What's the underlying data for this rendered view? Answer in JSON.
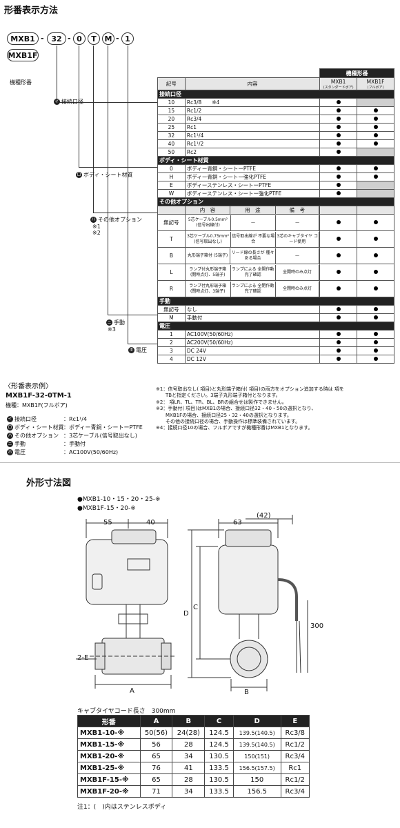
{
  "title": "形番表示方法",
  "part_number": {
    "p1": "MXB1",
    "p1b": "MXB1F",
    "dash": "-",
    "p2": "32",
    "p3": "0",
    "p4": "T",
    "p5": "M",
    "p6": "1",
    "model_label": "機種形番"
  },
  "branches": {
    "b1": "接続口径",
    "b2": "ボディ・シート材質",
    "b3": "その他オプション",
    "b3n1": "※1",
    "b3n2": "※2",
    "b4": "手動",
    "b4n": "※3",
    "b5": "電圧"
  },
  "table": {
    "model_header": "機種形番",
    "col_code": "記号",
    "col_content": "内容",
    "mxb1": "MXB1",
    "mxb1_sub": "(スタンダードボア)",
    "mxb1f": "MXB1F",
    "mxb1f_sub": "(フルボア)",
    "s1_title": "接続口径",
    "s1_rows": [
      {
        "code": "10",
        "content": "Rc3/8　　※4"
      },
      {
        "code": "15",
        "content": "Rc1/2"
      },
      {
        "code": "20",
        "content": "Rc3/4"
      },
      {
        "code": "25",
        "content": "Rc1"
      },
      {
        "code": "32",
        "content": "Rc1¹/4"
      },
      {
        "code": "40",
        "content": "Rc1¹/2"
      },
      {
        "code": "50",
        "content": "Rc2"
      }
    ],
    "s2_title": "ボディ・シート材質",
    "s2_rows": [
      {
        "code": "0",
        "content": "ボディー青銅・シートーPTFE"
      },
      {
        "code": "H",
        "content": "ボディー青銅・シートー強化PTFE"
      },
      {
        "code": "E",
        "content": "ボディーステンレス・シートーPTFE"
      },
      {
        "code": "W",
        "content": "ボディーステンレス・シートー強化PTFE"
      }
    ],
    "s3_title": "その他オプション",
    "s3_head": {
      "content": "内　容",
      "use": "用　途",
      "remark": "備　考"
    },
    "s3_rows": [
      {
        "code": "無記号",
        "content": "5芯ケーブル0.5mm² (信号出線付)",
        "use": "—",
        "remark": "—"
      },
      {
        "code": "T",
        "content": "3芯ケーブル0.75mm² (信号取出なし)",
        "use": "信号取出線が 不要な場合",
        "remark": "3芯のキャブタイヤ コード使用"
      },
      {
        "code": "B",
        "content": "丸形端子箱付 (5端子)",
        "use": "リード線の長さが 種々ある場合",
        "remark": "—"
      },
      {
        "code": "L",
        "content": "ランプ付丸形端子箱 (開時点灯、5端子)",
        "use": "ランプによる 全開作動完了確認",
        "remark": "全開時のみ点灯"
      },
      {
        "code": "R",
        "content": "ランプ付丸形端子箱 (閉時点灯、3端子)",
        "use": "ランプによる 全閉作動完了確認",
        "remark": "全閉時のみ点灯"
      }
    ],
    "s4_title": "手動",
    "s4_rows": [
      {
        "code": "無記号",
        "content": "なし"
      },
      {
        "code": "M",
        "content": "手動付"
      }
    ],
    "s5_title": "電圧",
    "s5_rows": [
      {
        "code": "1",
        "content": "AC100V(50/60Hz)"
      },
      {
        "code": "2",
        "content": "AC200V(50/60Hz)"
      },
      {
        "code": "3",
        "content": "DC 24V"
      },
      {
        "code": "4",
        "content": "DC 12V"
      }
    ]
  },
  "example": {
    "title": "〈形番表示例〉",
    "pn": "MXB1F-32-0TM-1",
    "model": "機種：MXB1F(フルボア)",
    "rows": [
      {
        "k": "接続口径",
        "v": "：Rc1¹/4"
      },
      {
        "k": "ボディ・シート材質",
        "v": "：ボディー青銅・シートーPTFE"
      },
      {
        "k": "その他オプション",
        "v": "：3芯ケーブル(信号取出なし)"
      },
      {
        "k": "手動",
        "v": "：手動付"
      },
      {
        "k": "電圧",
        "v": "：AC100V(50/60Hz)"
      }
    ]
  },
  "notes": [
    "※1：信号取出なし( 項目)と丸形端子箱付( 項目)の両方をオプション追加する時は 項を",
    "　　TBと指定ください。3端子丸形端子箱付となります。",
    "※2： 項LR、TL、TR、BL、BRの組合せは製作できません。",
    "※3：手動付( 項目)はMXB1の場合、接続口径32・40・50の選択となり、",
    "　　MXB1Fの場合、接続口径25・32・40の選択となります。",
    "　　その他の接続口径の場合、手動操作は標準装備されています。",
    "※4：接続口径10の場合、フルボアですが機種形番はMXB1となります。"
  ],
  "dim_section": {
    "title": "外形寸法図",
    "series1": "●MXB1-10・15・20・25-※",
    "series2": "●MXB1F-15・20-※",
    "d55": "55",
    "d40": "40",
    "d63": "63",
    "d42": "(42)",
    "dD": "D",
    "dC": "C",
    "d300": "300",
    "dA": "A",
    "dB": "B",
    "d2E": "2-E",
    "cable_note": "キャブタイヤコード長さ　300mm",
    "headers": [
      "形番",
      "A",
      "B",
      "C",
      "D",
      "E"
    ],
    "rows": [
      [
        "MXB1-10-※",
        "50(56)",
        "24(28)",
        "124.5",
        "139.5(140.5)",
        "Rc3/8"
      ],
      [
        "MXB1-15-※",
        "56",
        "28",
        "124.5",
        "139.5(140.5)",
        "Rc1/2"
      ],
      [
        "MXB1-20-※",
        "65",
        "34",
        "130.5",
        "150(151)",
        "Rc3/4"
      ],
      [
        "MXB1-25-※",
        "76",
        "41",
        "133.5",
        "156.5(157.5)",
        "Rc1"
      ],
      [
        "MXB1F-15-※",
        "65",
        "28",
        "130.5",
        "150",
        "Rc1/2"
      ],
      [
        "MXB1F-20-※",
        "71",
        "34",
        "133.5",
        "156.5",
        "Rc3/4"
      ]
    ],
    "footnote": "注1：(　)内はステンレスボディ"
  }
}
